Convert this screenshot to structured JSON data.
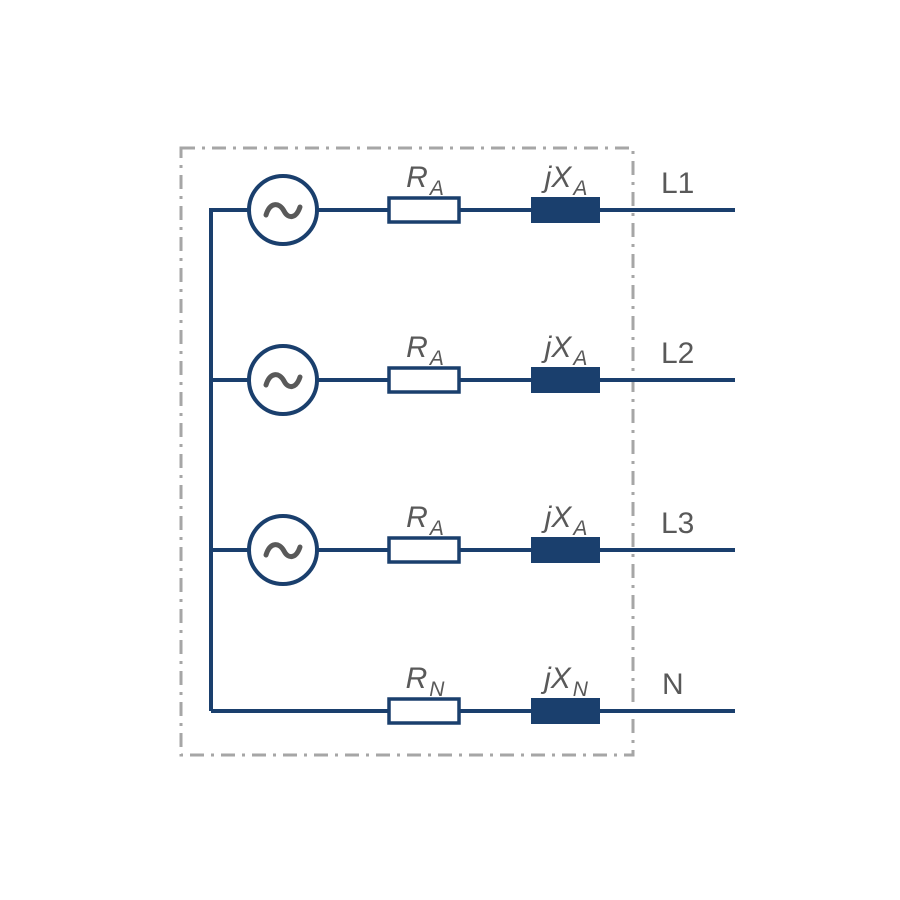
{
  "diagram": {
    "kind": "three-phase-source-equivalent-circuit",
    "colors": {
      "wire": "#1a3f6d",
      "component_fill": "#1a3f6d",
      "boundary": "#a6a6a6",
      "label": "#595959",
      "source_wave": "#595959",
      "background": "#ffffff"
    },
    "icons": {
      "ac_source": "sine-wave-icon"
    },
    "rows": [
      {
        "resistor": {
          "main": "R",
          "sub": "A"
        },
        "reactance": {
          "main": "jX",
          "sub": "A"
        },
        "terminal": "L1",
        "has_source": true
      },
      {
        "resistor": {
          "main": "R",
          "sub": "A"
        },
        "reactance": {
          "main": "jX",
          "sub": "A"
        },
        "terminal": "L2",
        "has_source": true
      },
      {
        "resistor": {
          "main": "R",
          "sub": "A"
        },
        "reactance": {
          "main": "jX",
          "sub": "A"
        },
        "terminal": "L3",
        "has_source": true
      },
      {
        "resistor": {
          "main": "R",
          "sub": "N"
        },
        "reactance": {
          "main": "jX",
          "sub": "N"
        },
        "terminal": "N",
        "has_source": false
      }
    ]
  }
}
